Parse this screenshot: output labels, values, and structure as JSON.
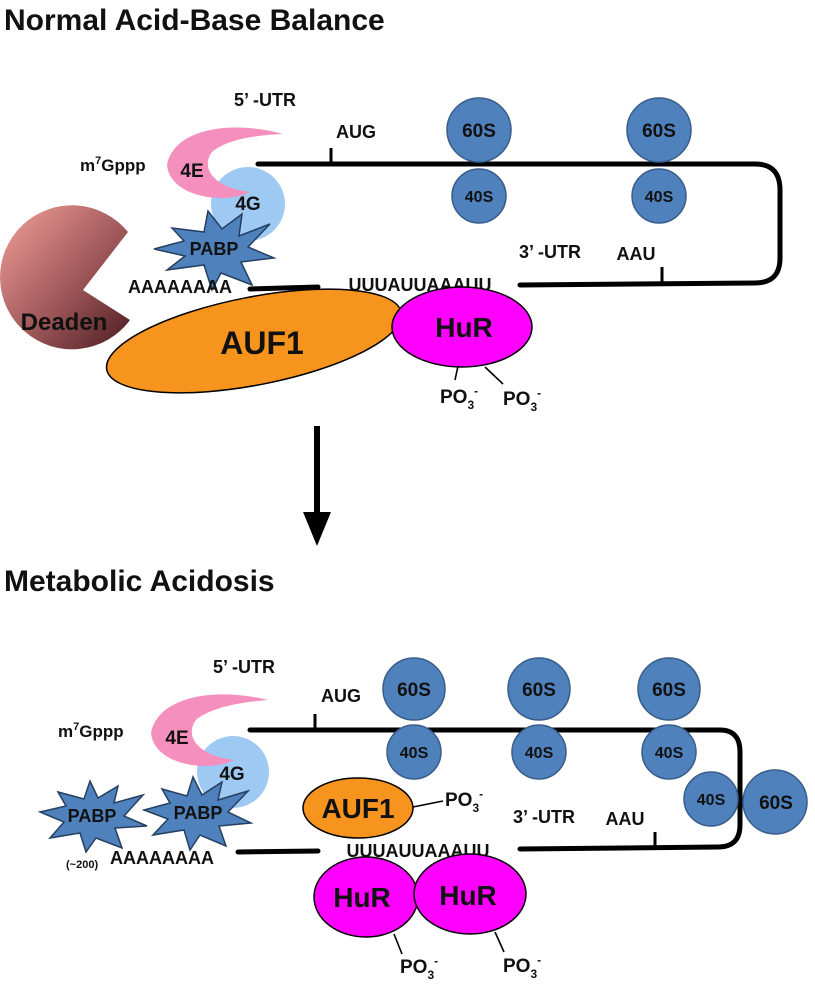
{
  "titles": {
    "top": "Normal Acid-Base Balance",
    "bottom": "Metabolic Acidosis"
  },
  "top_panel": {
    "utr5": "5’ -UTR",
    "aug": "AUG",
    "cap_m": "m",
    "cap_sup": "7",
    "cap_rest": "Gppp",
    "eif4e": "4E",
    "eif4g": "4G",
    "pabp": "PABP",
    "polya": "AAAAAAAA",
    "are": "UUUAUUAAAUU",
    "utr3": "3’ -UTR",
    "aau": "AAU",
    "deaden": "Deaden",
    "auf1": "AUF1",
    "hur": "HuR",
    "phospho_base": "PO",
    "phospho_sub": "3",
    "phospho_sup": "-",
    "ribosomes": [
      {
        "large": "60S",
        "small": "40S"
      },
      {
        "large": "60S",
        "small": "40S"
      }
    ]
  },
  "bottom_panel": {
    "utr5": "5’ -UTR",
    "aug": "AUG",
    "cap_m": "m",
    "cap_sup": "7",
    "cap_rest": "Gppp",
    "eif4e": "4E",
    "eif4g": "4G",
    "pabp": [
      "PABP",
      "PABP"
    ],
    "polya_len": "(~200)",
    "polya": "AAAAAAAA",
    "are": "UUUAUUAAAUU",
    "utr3": "3’ -UTR",
    "aau": "AAU",
    "auf1": "AUF1",
    "hur": [
      "HuR",
      "HuR"
    ],
    "phospho_base": "PO",
    "phospho_sub": "3",
    "phospho_sup": "-",
    "ribosomes": [
      {
        "large": "60S",
        "small": "40S"
      },
      {
        "large": "60S",
        "small": "40S"
      },
      {
        "large": "60S",
        "small": "40S"
      },
      {
        "large": "60S",
        "small": "40S"
      }
    ]
  }
}
